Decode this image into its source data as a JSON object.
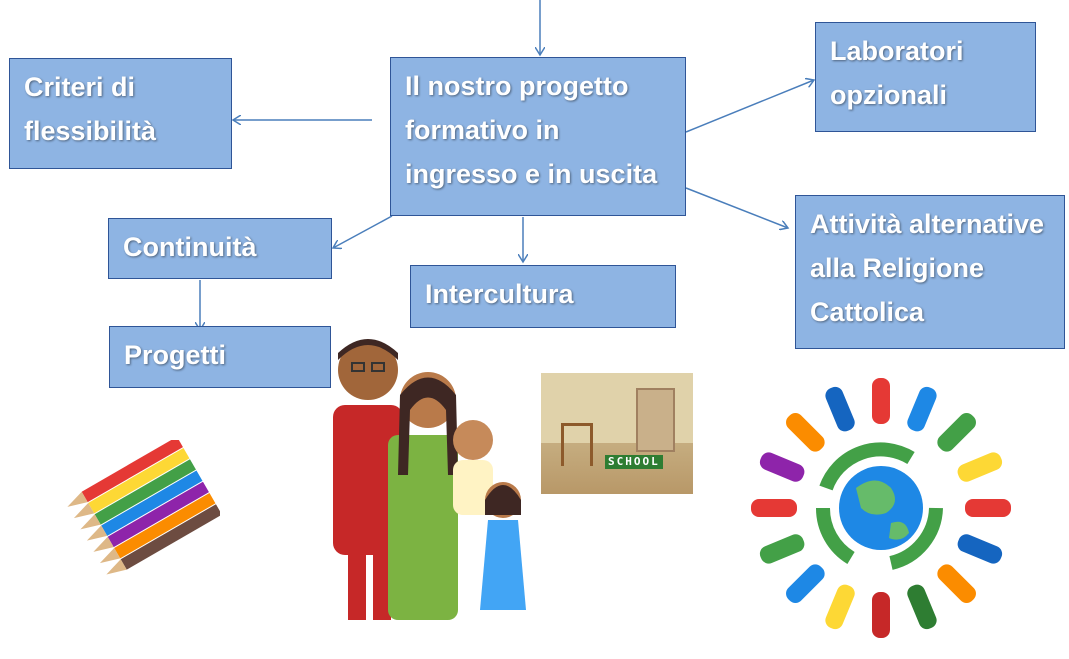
{
  "theme": {
    "box_fill": "#8eb4e3",
    "box_border": "#2f5597",
    "arrow_color": "#4a7ebb",
    "text_color": "#ffffff"
  },
  "center": {
    "lines": [
      "Il nostro progetto",
      "formativo in",
      "ingresso e in uscita"
    ]
  },
  "nodes": {
    "criteri": {
      "lines": [
        "Criteri di",
        "flessibilità"
      ]
    },
    "laboratori": {
      "lines": [
        "Laboratori",
        "opzionali"
      ]
    },
    "continuita": {
      "lines": [
        "Continuità"
      ]
    },
    "intercultura": {
      "lines": [
        "Intercultura"
      ]
    },
    "attivita": {
      "lines": [
        "Attività alternative",
        "alla Religione",
        "Cattolica"
      ]
    },
    "progetti": {
      "lines": [
        "Progetti"
      ]
    }
  },
  "illustrations": {
    "school_sign": "SCHOOL",
    "items": [
      "colored-pencils",
      "family",
      "classroom",
      "world-people-circle"
    ]
  }
}
